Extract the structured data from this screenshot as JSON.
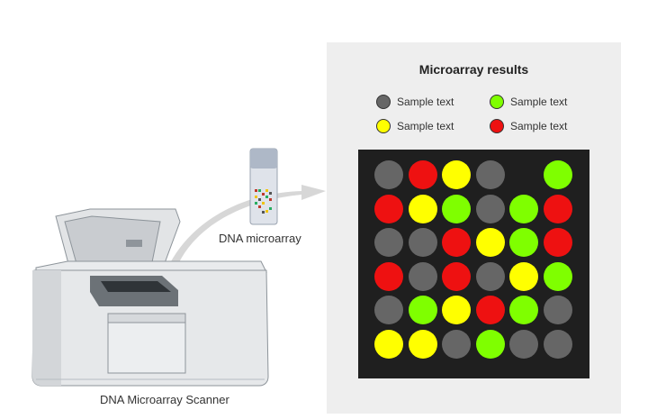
{
  "labels": {
    "scanner": "DNA Microarray Scanner",
    "slide": "DNA microarray"
  },
  "results": {
    "title": "Microarray results",
    "legend": [
      {
        "text": "Sample text",
        "color": "#666666"
      },
      {
        "text": "Sample text",
        "color": "#7fff00"
      },
      {
        "text": "Sample text",
        "color": "#ffff00"
      },
      {
        "text": "Sample text",
        "color": "#ee1111"
      }
    ],
    "palette": {
      "G": "#666666",
      "R": "#ee1111",
      "Y": "#ffff00",
      "L": "#7fff00",
      "E": ""
    },
    "grid": [
      [
        "G",
        "R",
        "Y",
        "G",
        "E",
        "L"
      ],
      [
        "R",
        "Y",
        "L",
        "G",
        "L",
        "R"
      ],
      [
        "G",
        "G",
        "R",
        "Y",
        "L",
        "R"
      ],
      [
        "R",
        "G",
        "R",
        "G",
        "Y",
        "L"
      ],
      [
        "G",
        "L",
        "Y",
        "R",
        "L",
        "G"
      ],
      [
        "Y",
        "Y",
        "G",
        "L",
        "G",
        "G"
      ]
    ]
  }
}
